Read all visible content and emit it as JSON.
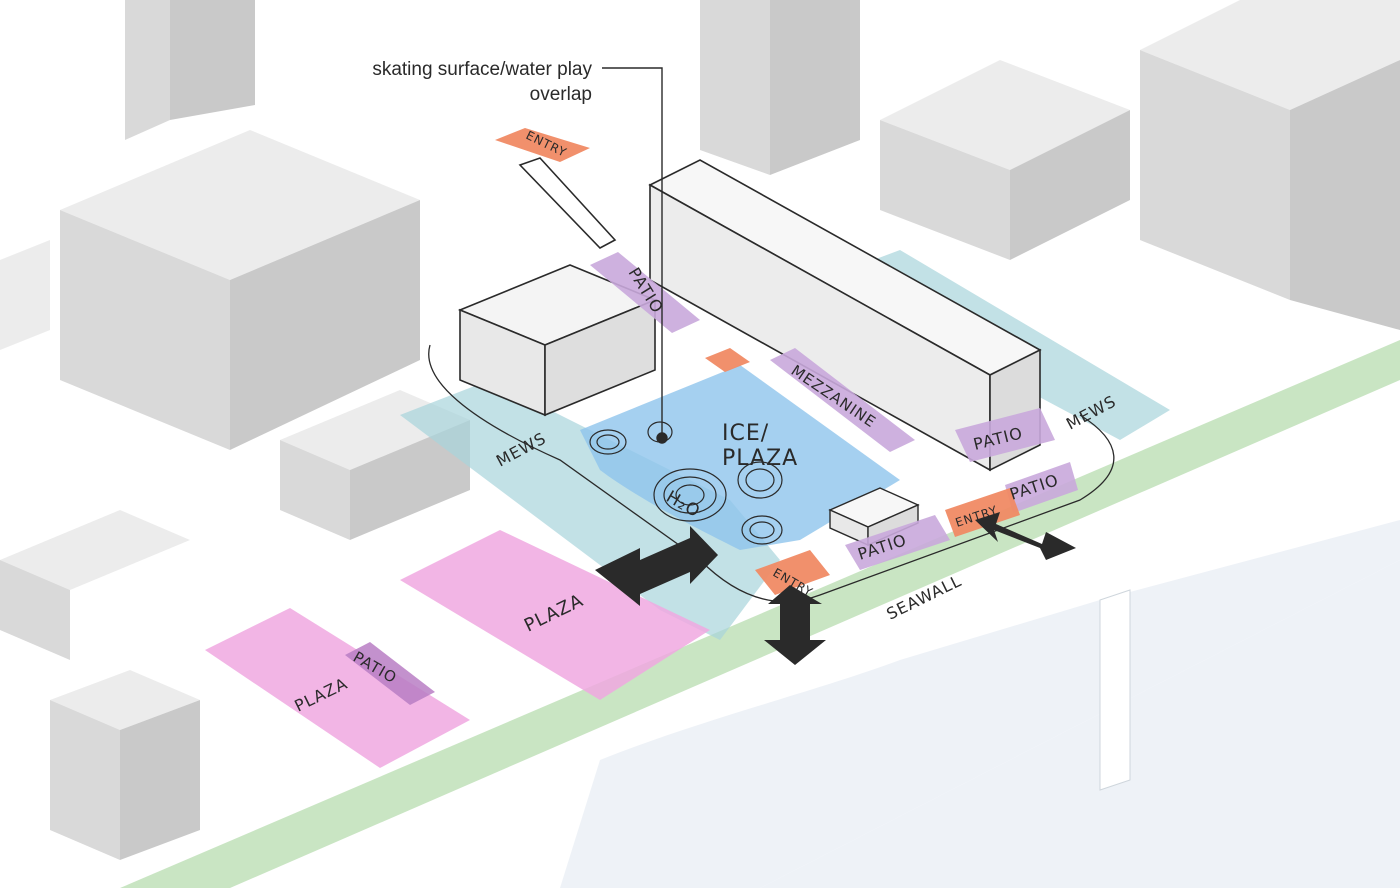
{
  "callout": {
    "line1": "skating surface/water play",
    "line2": "overlap"
  },
  "labels": {
    "entry_top": "ENTRY",
    "patio_top": "PATIO",
    "mezzanine": "MEZZANINE",
    "ice_plaza_1": "ICE/",
    "ice_plaza_2": "PLAZA",
    "h2o": "H₂O",
    "mews_left": "MEWS",
    "mews_right": "MEWS",
    "patio_right": "PATIO",
    "entry_right": "ENTRY",
    "patio_right2": "PATIO",
    "patio_front": "PATIO",
    "entry_front": "ENTRY",
    "seawall": "SEAWALL",
    "plaza_center": "PLAZA",
    "plaza_left": "PLAZA",
    "patio_left": "PATIO"
  },
  "colors": {
    "entry": "#f08a64",
    "patio": "#c9a8dc",
    "plaza": "#f0a8e0",
    "mews": "#a8d4dc",
    "ice": "#8ec4ec",
    "seawall": "#bfe0b8",
    "water": "#eef2f7",
    "building": "#e6e6e6"
  }
}
